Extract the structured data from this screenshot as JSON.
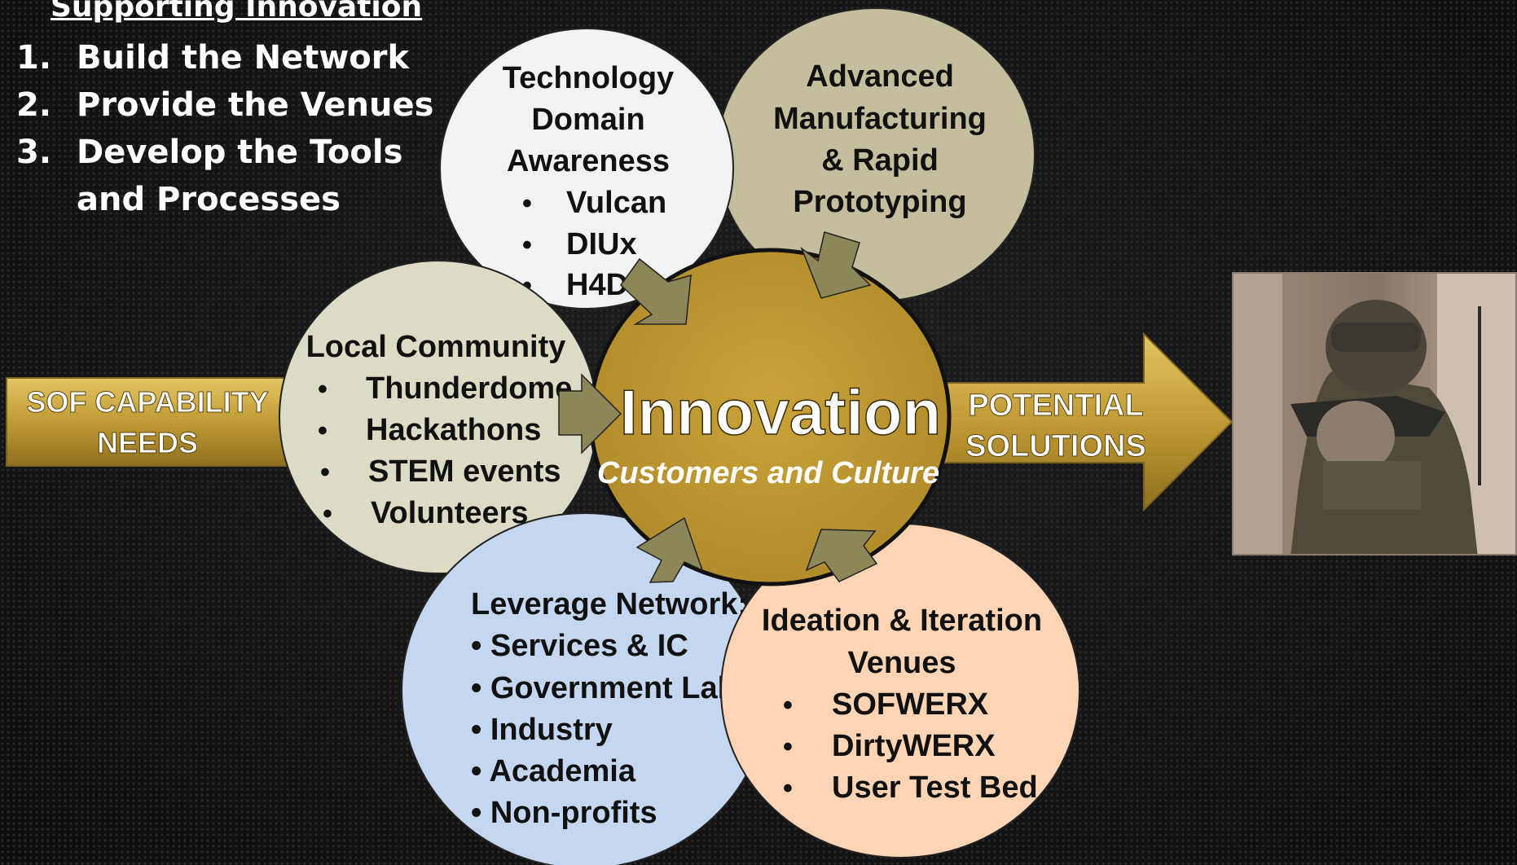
{
  "supporting": {
    "title": "Supporting Innovation",
    "items": [
      {
        "num": "1.",
        "text": "Build the Network"
      },
      {
        "num": "2.",
        "text": "Provide the Venues"
      },
      {
        "num": "3.",
        "text": "Develop the Tools and Processes"
      }
    ]
  },
  "input_arrow": {
    "line1": "SOF CAPABILITY",
    "line2": "NEEDS"
  },
  "output_arrow": {
    "line1": "POTENTIAL",
    "line2": "SOLUTIONS"
  },
  "center": {
    "title": "Innovation",
    "subtitle": "Customers and Culture"
  },
  "circles": {
    "technology": {
      "lines": [
        "Technology",
        "Domain",
        "Awareness"
      ],
      "bullets": [
        "Vulcan",
        "DIUx",
        "H4D"
      ],
      "bullet_char": "•"
    },
    "manufacturing": {
      "lines": [
        "Advanced",
        "Manufacturing",
        "& Rapid",
        "Prototyping"
      ]
    },
    "community": {
      "title": "Local Community",
      "bullets": [
        "Thunderdome",
        "Hackathons",
        "STEM events",
        "Volunteers"
      ],
      "bullet_char": "•"
    },
    "network": {
      "title": "Leverage Network:",
      "bullets": [
        "• Services & IC",
        "• Government Labs",
        "• Industry",
        "• Academia",
        "• Non-profits"
      ]
    },
    "ideation": {
      "lines": [
        "Ideation & Iteration",
        "Venues"
      ],
      "bullets": [
        "SOFWERX",
        "DirtyWERX",
        "User Test Bed"
      ],
      "bullet_char": "•"
    }
  },
  "colors": {
    "gold": "#C09A34",
    "technology_fill": "#F2F2F2",
    "manufacturing_fill": "#C4BE9E",
    "community_fill": "#DDDAC5",
    "network_fill": "#C5D7F0",
    "ideation_fill": "#FDD4B4",
    "inward_arrow": "#8C8758"
  }
}
